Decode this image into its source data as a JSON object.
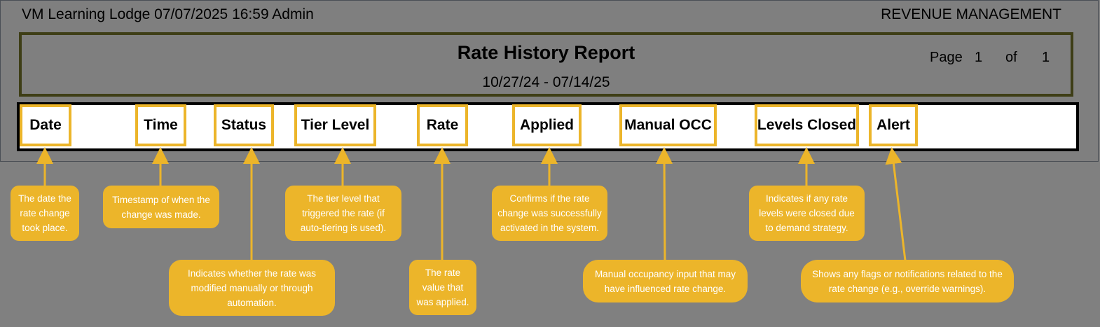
{
  "header": {
    "left_text": "VM Learning Lodge 07/07/2025 16:59 Admin",
    "right_text": "REVENUE MANAGEMENT"
  },
  "report": {
    "title": "Rate History Report",
    "date_range": "10/27/24 - 07/14/25",
    "page_label": "Page",
    "page_current": "1",
    "of_label": "of",
    "page_total": "1"
  },
  "columns": [
    {
      "label": "Date"
    },
    {
      "label": "Time"
    },
    {
      "label": "Status"
    },
    {
      "label": "Tier Level"
    },
    {
      "label": "Rate"
    },
    {
      "label": "Applied"
    },
    {
      "label": "Manual OCC"
    },
    {
      "label": "Levels Closed"
    },
    {
      "label": "Alert"
    }
  ],
  "annotations": [
    {
      "text": "The date the rate change took place."
    },
    {
      "text": "Timestamp of when the change was made."
    },
    {
      "text": "Indicates whether the rate was modified manually or through automation."
    },
    {
      "text": "The tier level that triggered the rate (if auto-tiering is used)."
    },
    {
      "text": "The rate value that was applied."
    },
    {
      "text": "Confirms if the rate change was successfully activated in the system."
    },
    {
      "text": "Manual occupancy input that may have influenced rate change."
    },
    {
      "text": "Indicates if any rate levels were closed due to demand strategy."
    },
    {
      "text": "Shows any flags or notifications related to the rate change (e.g., override warnings)."
    }
  ],
  "colors": {
    "accent": "#ecb52a",
    "background": "#808080"
  }
}
